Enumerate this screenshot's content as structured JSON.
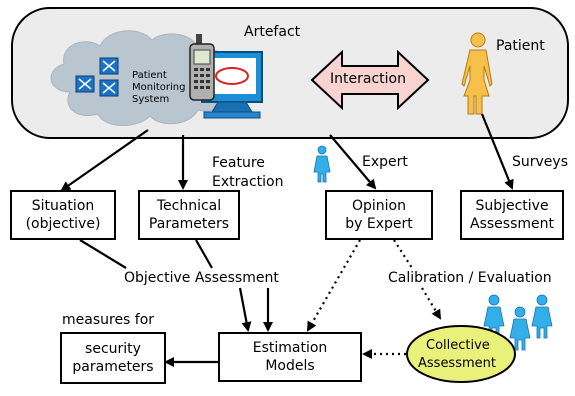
{
  "artefact": {
    "title": "Artefact",
    "system_label_lines": [
      "Patient",
      "Monitoring",
      "System"
    ]
  },
  "patient": {
    "label": "Patient"
  },
  "interaction": {
    "label": "Interaction"
  },
  "flow_labels": {
    "feature_extraction_lines": [
      "Feature",
      "Extraction"
    ],
    "expert": "Expert",
    "surveys": "Surveys",
    "objective_assessment": "Objective Assessment",
    "calibration_evaluation": "Calibration / Evaluation",
    "measures_for": "measures for"
  },
  "boxes": {
    "situation": [
      "Situation",
      "(objective)"
    ],
    "technical": [
      "Technical",
      "Parameters"
    ],
    "opinion": [
      "Opinion",
      "by Expert"
    ],
    "subjective": [
      "Subjective",
      "Assessment"
    ],
    "estimation": [
      "Estimation",
      "Models"
    ],
    "security": [
      "security",
      "parameters"
    ],
    "collective": [
      "Collective",
      "Assessment"
    ]
  },
  "colors": {
    "artefact_bg": "#ececec",
    "cloud": "#b9c6d0",
    "person_yellow": "#f7c04a",
    "expert_blue": "#33aee8",
    "interaction_arrow": "#f8d3cf",
    "collective_fill": "#eaf17a",
    "screen": "#1a8fd8"
  }
}
